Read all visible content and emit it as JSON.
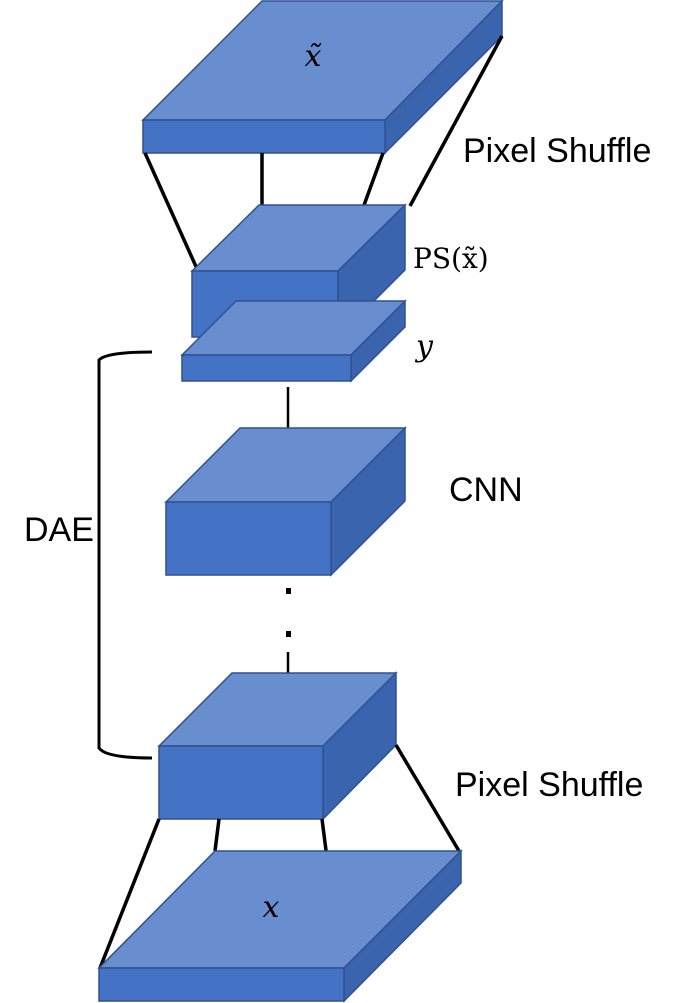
{
  "blocks": {
    "x_tilde": "x̃",
    "ps_x_tilde": "PS(x̃)",
    "y": "y",
    "cnn": "CNN",
    "x": "x"
  },
  "labels": {
    "pixel_shuffle_top": "Pixel Shuffle",
    "pixel_shuffle_bottom": "Pixel Shuffle",
    "dae": "DAE"
  },
  "colors": {
    "front": "#4472C4",
    "top": "#698ED0",
    "side": "#3A64AE",
    "outline": "#2F528F"
  }
}
